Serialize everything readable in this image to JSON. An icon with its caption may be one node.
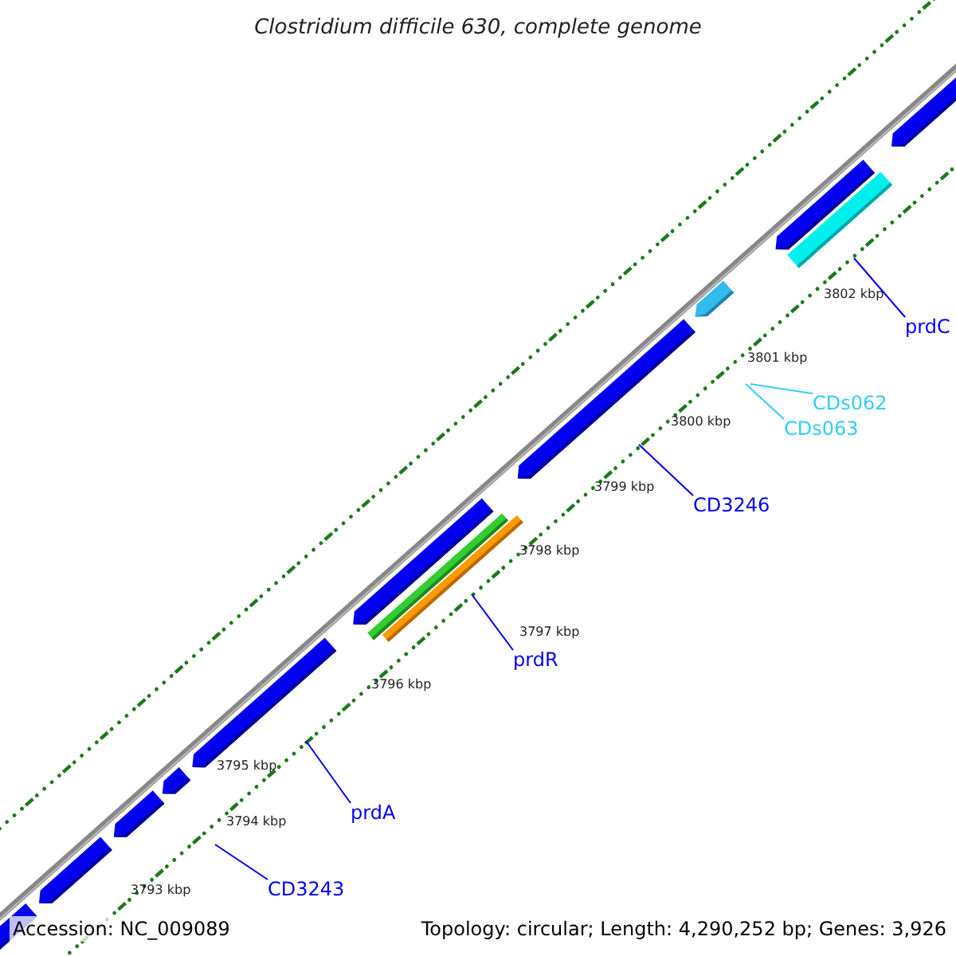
{
  "diagram": {
    "title": "Clostridium difficile 630, complete genome",
    "nodes": [
      {
        "text": [
          "prdC"
        ]
      },
      {
        "text": [
          "CDs062"
        ]
      },
      {
        "text": [
          "CDs063"
        ]
      },
      {
        "text": [
          "CD3246"
        ]
      },
      {
        "text": [
          "prdR"
        ]
      },
      {
        "text": [
          "prdA"
        ]
      },
      {
        "text": [
          "CD3243"
        ]
      }
    ],
    "edges": [
      {
        "from": 0,
        "to": null,
        "arrow": "none"
      },
      {
        "from": 1,
        "to": null,
        "arrow": "none",
        "color": "#33ccff"
      },
      {
        "from": 2,
        "to": null,
        "arrow": "none",
        "color": "#33ccff"
      },
      {
        "from": 3,
        "to": null,
        "arrow": "none"
      },
      {
        "from": 4,
        "to": null,
        "arrow": "none"
      },
      {
        "from": 5,
        "to": null,
        "arrow": "none"
      },
      {
        "from": 6,
        "to": null,
        "arrow": "none"
      }
    ],
    "labels": [
      "3802 kbp",
      "3801 kbp",
      "3800 kbp",
      "3799 kbp",
      "3798 kbp",
      "3797 kbp",
      "3796 kbp",
      "3795 kbp",
      "3794 kbp",
      "3793 kbp",
      "Accession: NC_009089",
      "Topology: circular; Length: 4,290,252 bp; Genes: 3,926"
    ]
  }
}
